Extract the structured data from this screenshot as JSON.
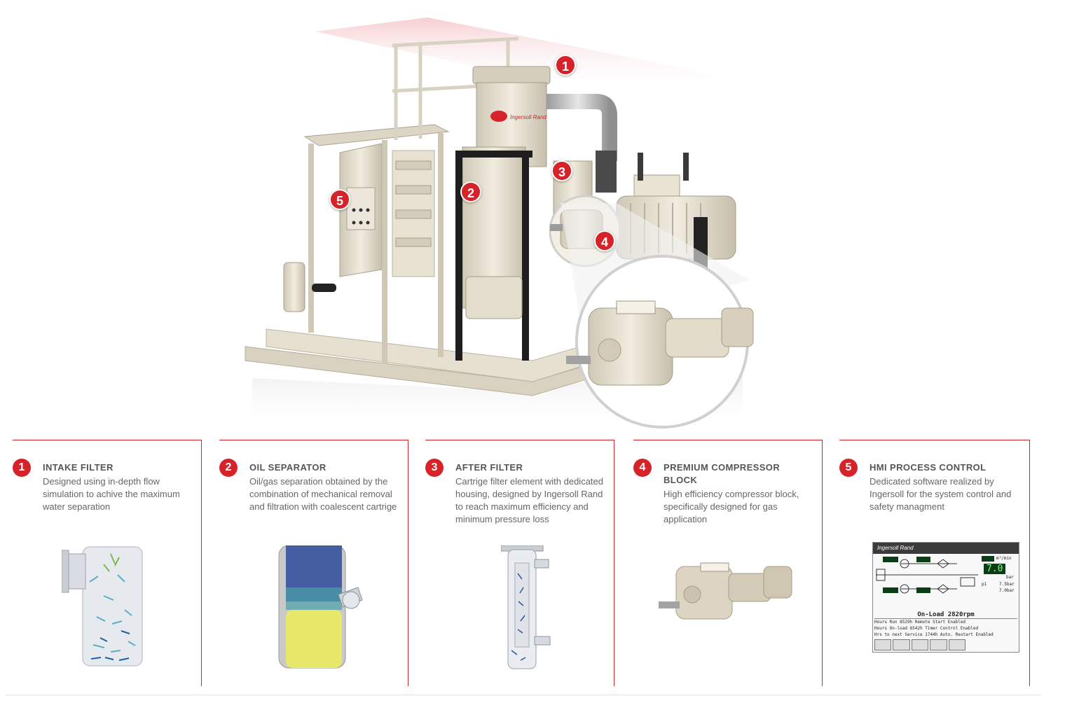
{
  "callouts": [
    "1",
    "2",
    "3",
    "4",
    "5"
  ],
  "brand": {
    "logo_text": "Ingersoll Rand",
    "accent": "#d6232a"
  },
  "features": [
    {
      "number": "1",
      "title": "INTAKE FILTER",
      "description": "Designed using in-depth flow simulation to achive the maximum water separation",
      "image": "intake-filter-flow-simulation"
    },
    {
      "number": "2",
      "title": "OIL SEPARATOR",
      "description": "Oil/gas separation obtained by the combination of mechanical removal and filtration with coalescent cartrige",
      "image": "oil-separator-cutaway"
    },
    {
      "number": "3",
      "title": "AFTER FILTER",
      "description": "Cartrige filter element with dedicated housing, designed by Ingersoll Rand to reach maximum efficiency and minimum pressure loss",
      "image": "after-filter-cutaway"
    },
    {
      "number": "4",
      "title": "PREMIUM COMPRESSOR BLOCK",
      "description": "High efficiency compressor block, specifically designed for gas application",
      "image": "compressor-block"
    },
    {
      "number": "5",
      "title": "HMI PROCESS CONTROL",
      "description": "Dedicated software realized by Ingersoll for the system control and safety managment",
      "image": "hmi-screen"
    }
  ],
  "hmi": {
    "header": "Ingersoll Rand",
    "flow_unit": "m³/min",
    "pressure_value": "7.0",
    "pressure_unit": "bar",
    "p1_label": "p1",
    "set_high": "7.5bar",
    "set_low": "7.0bar",
    "status": "On-Load 2820rpm",
    "rows": [
      "Hours Run         8529h  Remote Start Enabled",
      "Hours On-load     6542h  Timer Control Enabled",
      "Hrs to next Service 1744h  Auto. Restart Enabled"
    ]
  }
}
